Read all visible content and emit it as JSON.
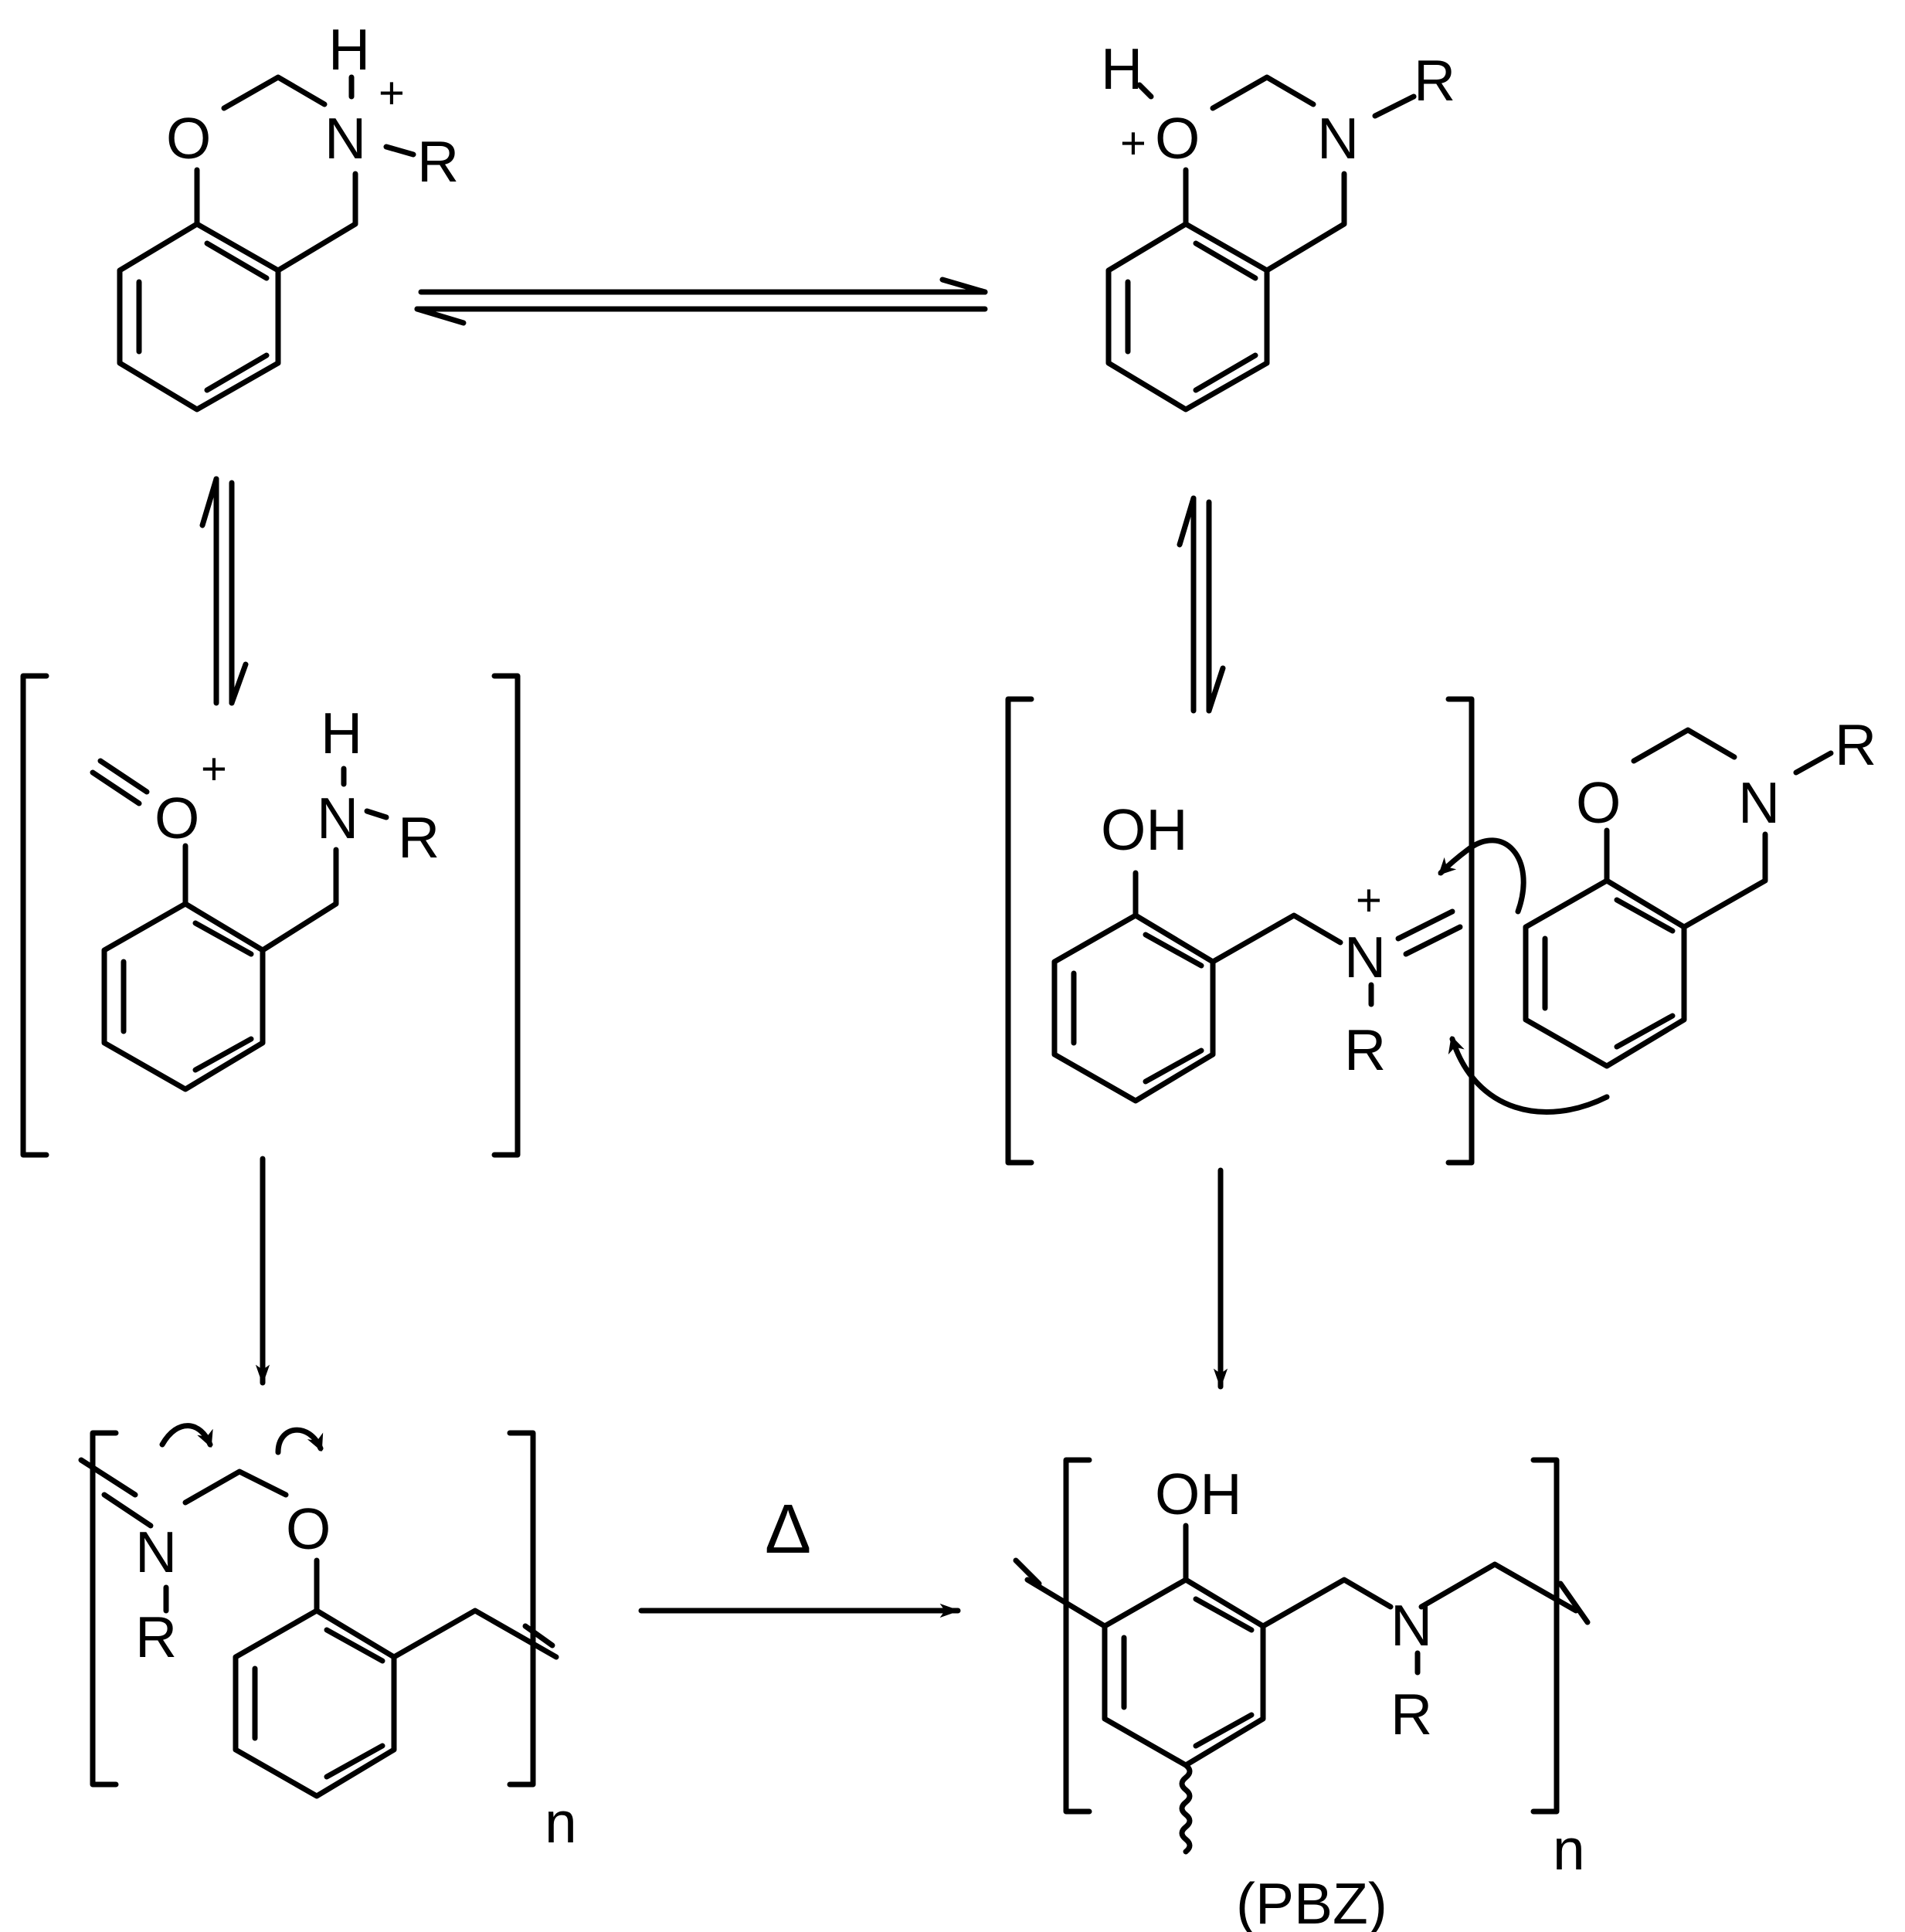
{
  "colors": {
    "ink": "#000000",
    "background": "#ffffff"
  },
  "atoms": {
    "oxygen": "O",
    "nitrogen": "N",
    "hydrogen": "H",
    "substituent": "R",
    "plus": "+",
    "hydroxyl": "OH"
  },
  "labels": {
    "repeat_index": "n",
    "heat": "Δ",
    "polymer_name": "(PBZ)"
  }
}
